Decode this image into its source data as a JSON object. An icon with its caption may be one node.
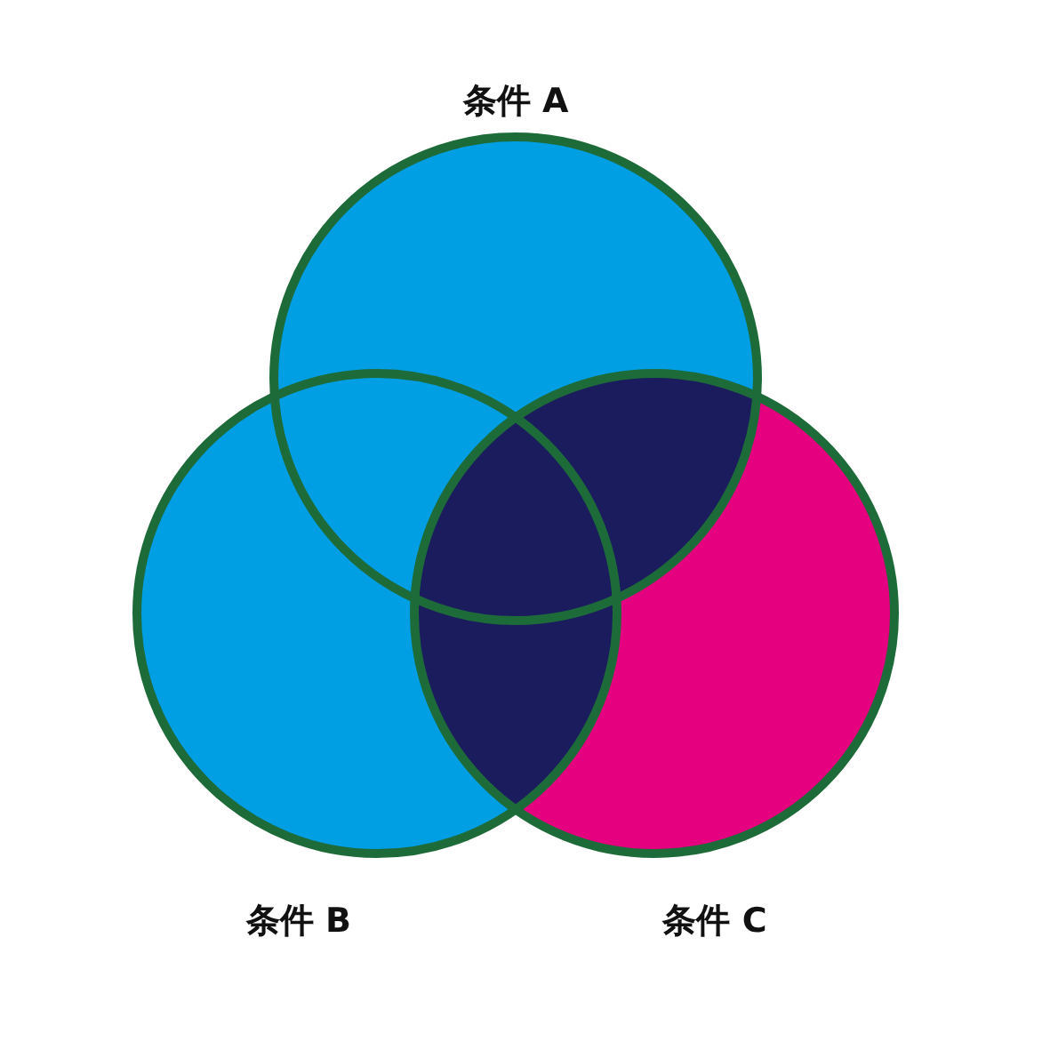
{
  "diagram": {
    "nodes": [
      {
        "text": [
          "条件 A"
        ]
      },
      {
        "text": [
          "条件 B"
        ]
      },
      {
        "text": [
          "条件 C"
        ]
      }
    ]
  }
}
